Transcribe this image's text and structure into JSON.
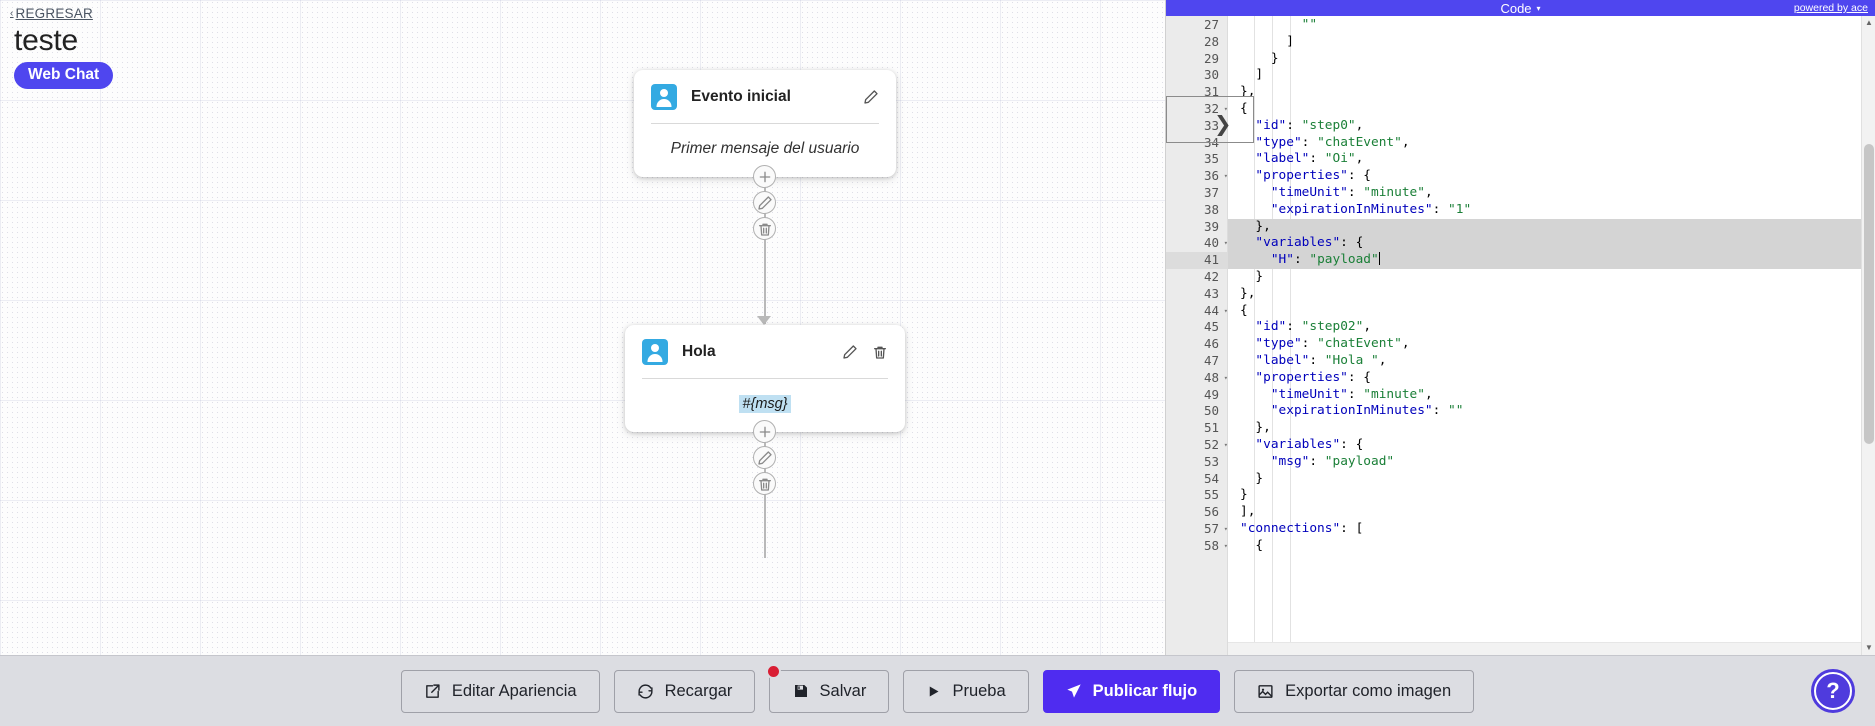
{
  "header": {
    "back_label": "REGRESAR",
    "back_caret": "‹",
    "flow_title": "teste",
    "channel_badge": "Web Chat"
  },
  "canvas": {
    "nodes": [
      {
        "title": "Evento inicial",
        "body": "Primer mensaje del usuario",
        "body_kind": "placeholder",
        "avatar_icon": "user-avatar-icon",
        "actions": [
          "pencil-icon"
        ]
      },
      {
        "title": "Hola",
        "body": "#{msg}",
        "body_kind": "variable",
        "avatar_icon": "user-avatar-icon",
        "actions": [
          "pencil-icon",
          "trash-icon"
        ]
      }
    ],
    "connector_buttons": [
      "plus-icon",
      "pencil-icon",
      "trash-icon"
    ]
  },
  "code_panel": {
    "title": "Code",
    "title_caret": "▾",
    "credit": "powered by ace",
    "first_line_number": 27,
    "active_line": 41,
    "highlighted_lines": [
      39,
      40,
      41
    ],
    "fold_arrow": "❯",
    "fold_rows": [
      32,
      36,
      40,
      44,
      48,
      52,
      57,
      58
    ],
    "lines": [
      {
        "n": 27,
        "text": "        \"\""
      },
      {
        "n": 28,
        "text": "      ]"
      },
      {
        "n": 29,
        "text": "    }"
      },
      {
        "n": 30,
        "text": "  ]"
      },
      {
        "n": 31,
        "text": "},"
      },
      {
        "n": 32,
        "text": "{"
      },
      {
        "n": 33,
        "text": "  \"id\": \"step0\","
      },
      {
        "n": 34,
        "text": "  \"type\": \"chatEvent\","
      },
      {
        "n": 35,
        "text": "  \"label\": \"Oi\","
      },
      {
        "n": 36,
        "text": "  \"properties\": {"
      },
      {
        "n": 37,
        "text": "    \"timeUnit\": \"minute\","
      },
      {
        "n": 38,
        "text": "    \"expirationInMinutes\": \"1\""
      },
      {
        "n": 39,
        "text": "  },"
      },
      {
        "n": 40,
        "text": "  \"variables\": {"
      },
      {
        "n": 41,
        "text": "    \"H\": \"payload\""
      },
      {
        "n": 42,
        "text": "  }"
      },
      {
        "n": 43,
        "text": "},"
      },
      {
        "n": 44,
        "text": "{"
      },
      {
        "n": 45,
        "text": "  \"id\": \"step02\","
      },
      {
        "n": 46,
        "text": "  \"type\": \"chatEvent\","
      },
      {
        "n": 47,
        "text": "  \"label\": \"Hola \","
      },
      {
        "n": 48,
        "text": "  \"properties\": {"
      },
      {
        "n": 49,
        "text": "    \"timeUnit\": \"minute\","
      },
      {
        "n": 50,
        "text": "    \"expirationInMinutes\": \"\""
      },
      {
        "n": 51,
        "text": "  },"
      },
      {
        "n": 52,
        "text": "  \"variables\": {"
      },
      {
        "n": 53,
        "text": "    \"msg\": \"payload\""
      },
      {
        "n": 54,
        "text": "  }"
      },
      {
        "n": 55,
        "text": "}"
      },
      {
        "n": 56,
        "text": "],"
      },
      {
        "n": 57,
        "text": "\"connections\": ["
      },
      {
        "n": 58,
        "text": "  {"
      }
    ]
  },
  "toolbar": {
    "buttons": [
      {
        "label": "Editar Apariencia",
        "icon": "edit-square-icon",
        "glyph": "✎",
        "primary": false,
        "badge": false
      },
      {
        "label": "Recargar",
        "icon": "refresh-icon",
        "glyph": "⟳",
        "primary": false,
        "badge": false
      },
      {
        "label": "Salvar",
        "icon": "save-disk-icon",
        "glyph": "▣",
        "primary": false,
        "badge": true
      },
      {
        "label": "Prueba",
        "icon": "play-icon",
        "glyph": "▶",
        "primary": false,
        "badge": false
      },
      {
        "label": "Publicar flujo",
        "icon": "send-icon",
        "glyph": "➤",
        "primary": true,
        "badge": false
      },
      {
        "label": "Exportar como imagen",
        "icon": "image-icon",
        "glyph": "ὛC",
        "primary": false,
        "badge": false
      }
    ],
    "help_label": "?"
  },
  "colors": {
    "accent": "#4f46ef",
    "publish": "#4f2cf0",
    "avatar": "#34aae2",
    "badge_red": "#d91e34",
    "var_chip": "#bfe0f2"
  }
}
